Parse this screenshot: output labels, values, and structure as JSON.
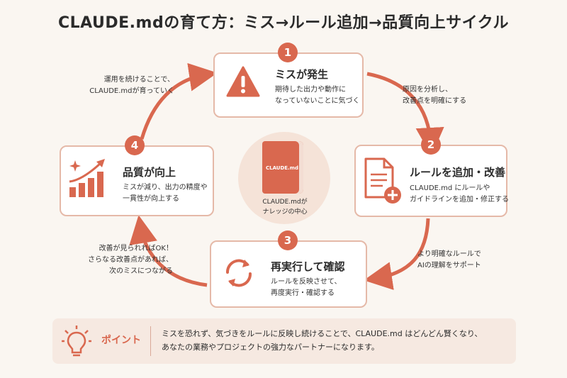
{
  "title": "CLAUDE.mdの育て方：ミス→ルール追加→品質向上サイクル",
  "colors": {
    "accent": "#d9684f",
    "box_border": "#e5b9a8",
    "background": "#faf6f1",
    "light_accent": "#f5e3d8"
  },
  "steps": [
    {
      "number": "1",
      "title": "ミスが発生",
      "desc": "期待した出力や動作に\nなっていないことに気づく",
      "icon": "warning-icon"
    },
    {
      "number": "2",
      "title": "ルールを追加・改善",
      "desc": "CLAUDE.md にルールや\nガイドラインを追加・修正する",
      "icon": "document-add-icon"
    },
    {
      "number": "3",
      "title": "再実行して確認",
      "desc": "ルールを反映させて、\n再度実行・確認する",
      "icon": "refresh-icon"
    },
    {
      "number": "4",
      "title": "品質が向上",
      "desc": "ミスが減り、出力の精度や\n一貫性が向上する",
      "icon": "growth-chart-icon"
    }
  ],
  "notes": {
    "top_right": "原因を分析し、\n改善点を明確にする",
    "bottom_right": "より明確なルールで\nAIの理解をサポート",
    "bottom_left": "改善が見られればOK！\nさらなる改善点があれば、\n次のミスにつながる",
    "top_left": "運用を続けることで、\nCLAUDE.mdが育っていく"
  },
  "center": {
    "book_label": "CLAUDE.md",
    "label": "CLAUDE.mdが\nナレッジの中心"
  },
  "point": {
    "label": "ポイント",
    "icon": "lightbulb-icon",
    "text": "ミスを恐れず、気づきをルールに反映し続けることで、CLAUDE.md はどんどん賢くなり、\nあなたの業務やプロジェクトの強力なパートナーになります。"
  }
}
